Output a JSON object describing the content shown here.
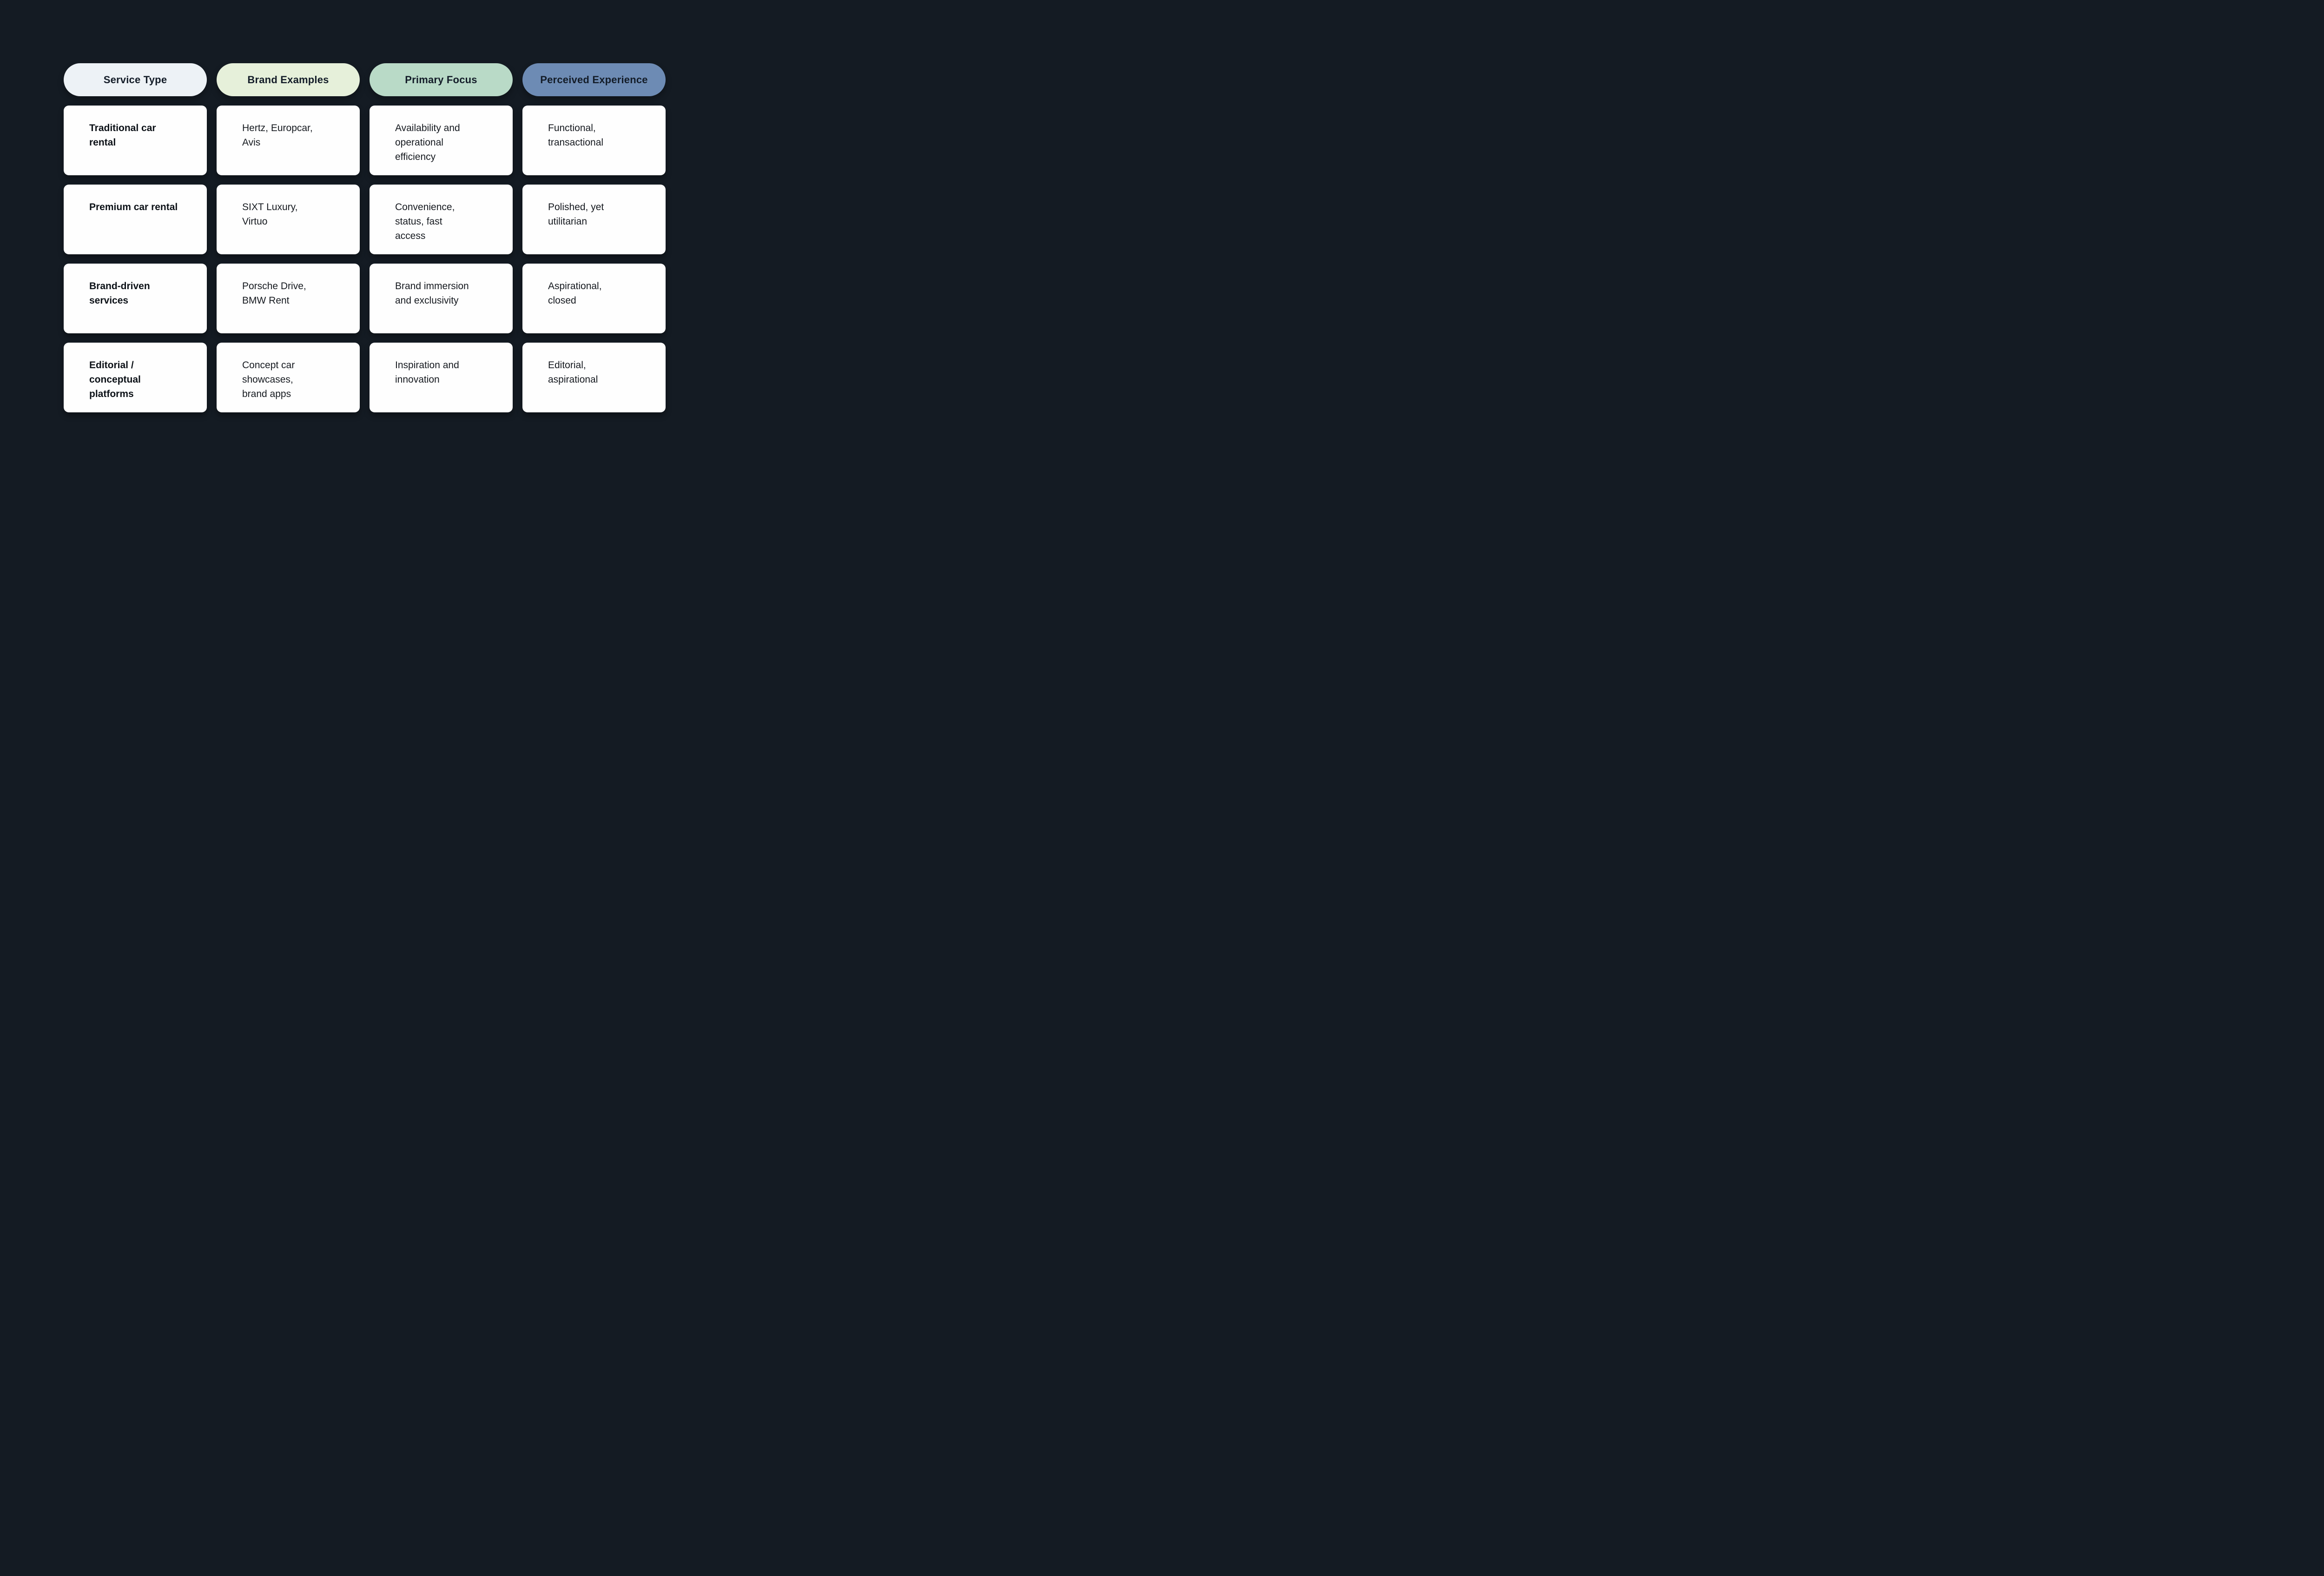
{
  "chart_data": {
    "type": "table",
    "columns": [
      {
        "header": "Service Type",
        "header_bg": "#edf2f6",
        "cells": [
          "Traditional car\nrental",
          "Premium car rental",
          "Brand-driven\nservices",
          "Editorial /\nconceptual\nplatforms"
        ]
      },
      {
        "header": "Brand Examples",
        "header_bg": "#e6f0da",
        "cells": [
          "Hertz, Europcar,\nAvis",
          "SIXT Luxury,\nVirtuo",
          "Porsche Drive,\nBMW Rent",
          "Concept car\nshowcases,\nbrand apps"
        ]
      },
      {
        "header": "Primary Focus",
        "header_bg": "#b9dac7",
        "cells": [
          "Availability and\noperational\nefficiency",
          "Convenience,\nstatus, fast\naccess",
          "Brand immersion\nand exclusivity",
          "Inspiration and\ninnovation"
        ]
      },
      {
        "header": "Perceived Experience",
        "header_bg": "#6d8bb4",
        "cells": [
          "Functional,\ntransactional",
          "Polished, yet\nutilitarian",
          "Aspirational,\nclosed",
          "Editorial,\naspirational"
        ]
      }
    ],
    "layout": {
      "background": "#141b23",
      "card_bg": "#fefefe",
      "header_text_color": "#131c28",
      "cell_text_color": "#15191f",
      "legend": "none",
      "grid": "off"
    }
  }
}
